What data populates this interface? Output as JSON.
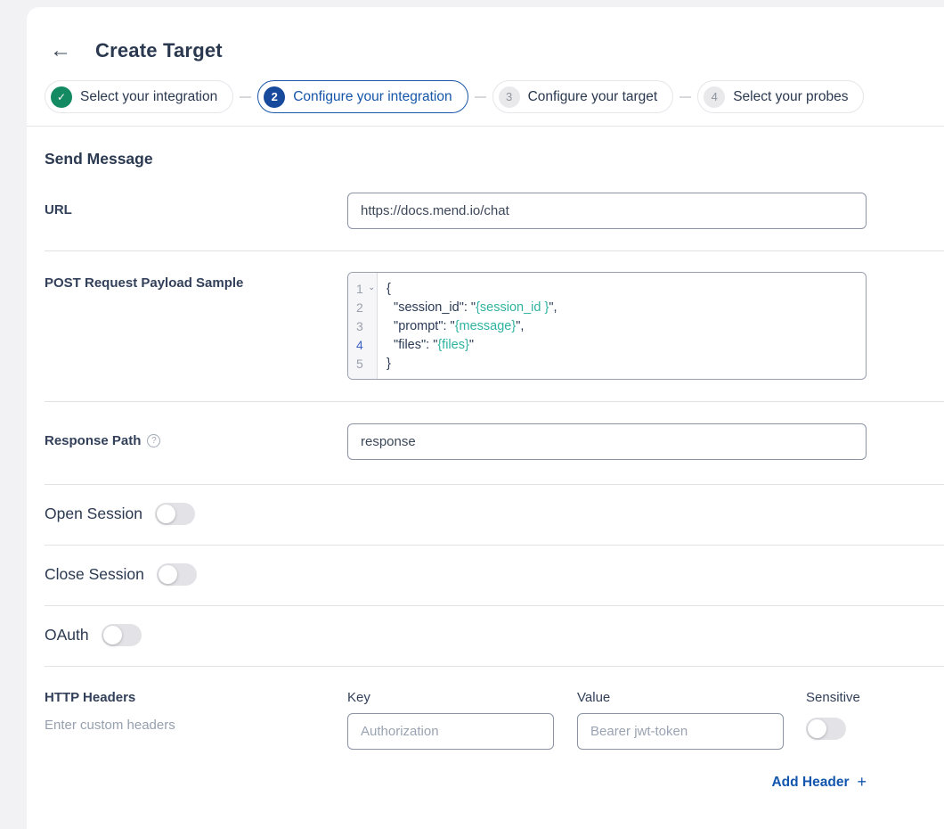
{
  "icons": {
    "back": "←",
    "check": "✓",
    "plus": "+",
    "help": "?",
    "fold": "⌄"
  },
  "header": {
    "title": "Create Target"
  },
  "stepper": {
    "steps": [
      {
        "number": "1",
        "label": "Select your integration",
        "state": "complete"
      },
      {
        "number": "2",
        "label": "Configure your integration",
        "state": "active"
      },
      {
        "number": "3",
        "label": "Configure your target",
        "state": "upcoming"
      },
      {
        "number": "4",
        "label": "Select your probes",
        "state": "upcoming"
      }
    ]
  },
  "form": {
    "section_title": "Send Message",
    "url": {
      "label": "URL",
      "value": "https://docs.mend.io/chat"
    },
    "payload": {
      "label": "POST Request Payload Sample",
      "lines": [
        {
          "num": "1",
          "tokens": [
            {
              "t": "{"
            }
          ]
        },
        {
          "num": "2",
          "tokens": [
            {
              "t": "  \"session_id\": \""
            },
            {
              "t": "{session_id }"
            },
            {
              "t": "\","
            }
          ]
        },
        {
          "num": "3",
          "tokens": [
            {
              "t": "  \"prompt\": \""
            },
            {
              "t": "{message}"
            },
            {
              "t": "\","
            }
          ]
        },
        {
          "num": "4",
          "tokens": [
            {
              "t": "  \"files\": \""
            },
            {
              "t": "{files}"
            },
            {
              "t": "\""
            }
          ]
        },
        {
          "num": "5",
          "tokens": [
            {
              "t": "}"
            }
          ]
        }
      ]
    },
    "response_path": {
      "label": "Response Path",
      "value": "response"
    },
    "toggles": [
      {
        "label": "Open Session",
        "on": false
      },
      {
        "label": "Close Session",
        "on": false
      },
      {
        "label": "OAuth",
        "on": false
      }
    ],
    "http_headers": {
      "label": "HTTP Headers",
      "hint": "Enter custom headers",
      "key": {
        "label": "Key",
        "placeholder": "Authorization"
      },
      "value": {
        "label": "Value",
        "placeholder": "Bearer jwt-token"
      },
      "sensitive": {
        "label": "Sensitive",
        "on": false
      },
      "add_button_label": "Add Header"
    }
  },
  "colors": {
    "accent_blue": "#1556a9",
    "success_green": "#148a63",
    "code_value_teal": "#2fb3a0"
  }
}
